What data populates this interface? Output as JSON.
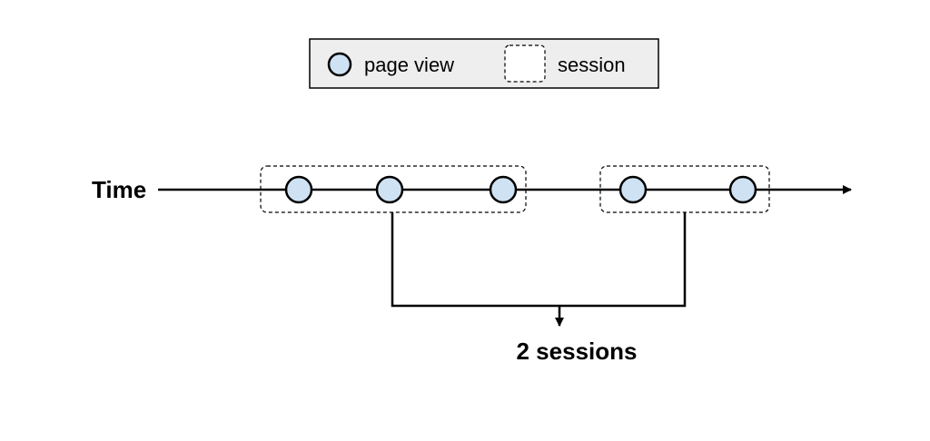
{
  "legend": {
    "page_view_label": "page view",
    "session_label": "session"
  },
  "timeline": {
    "axis_label": "Time"
  },
  "summary": {
    "label": "2 sessions"
  },
  "colors": {
    "node_fill": "#cfe2f3",
    "stroke": "#000000",
    "legend_background": "#eeeeee"
  },
  "sessions": [
    {
      "page_views": 3
    },
    {
      "page_views": 2
    }
  ]
}
